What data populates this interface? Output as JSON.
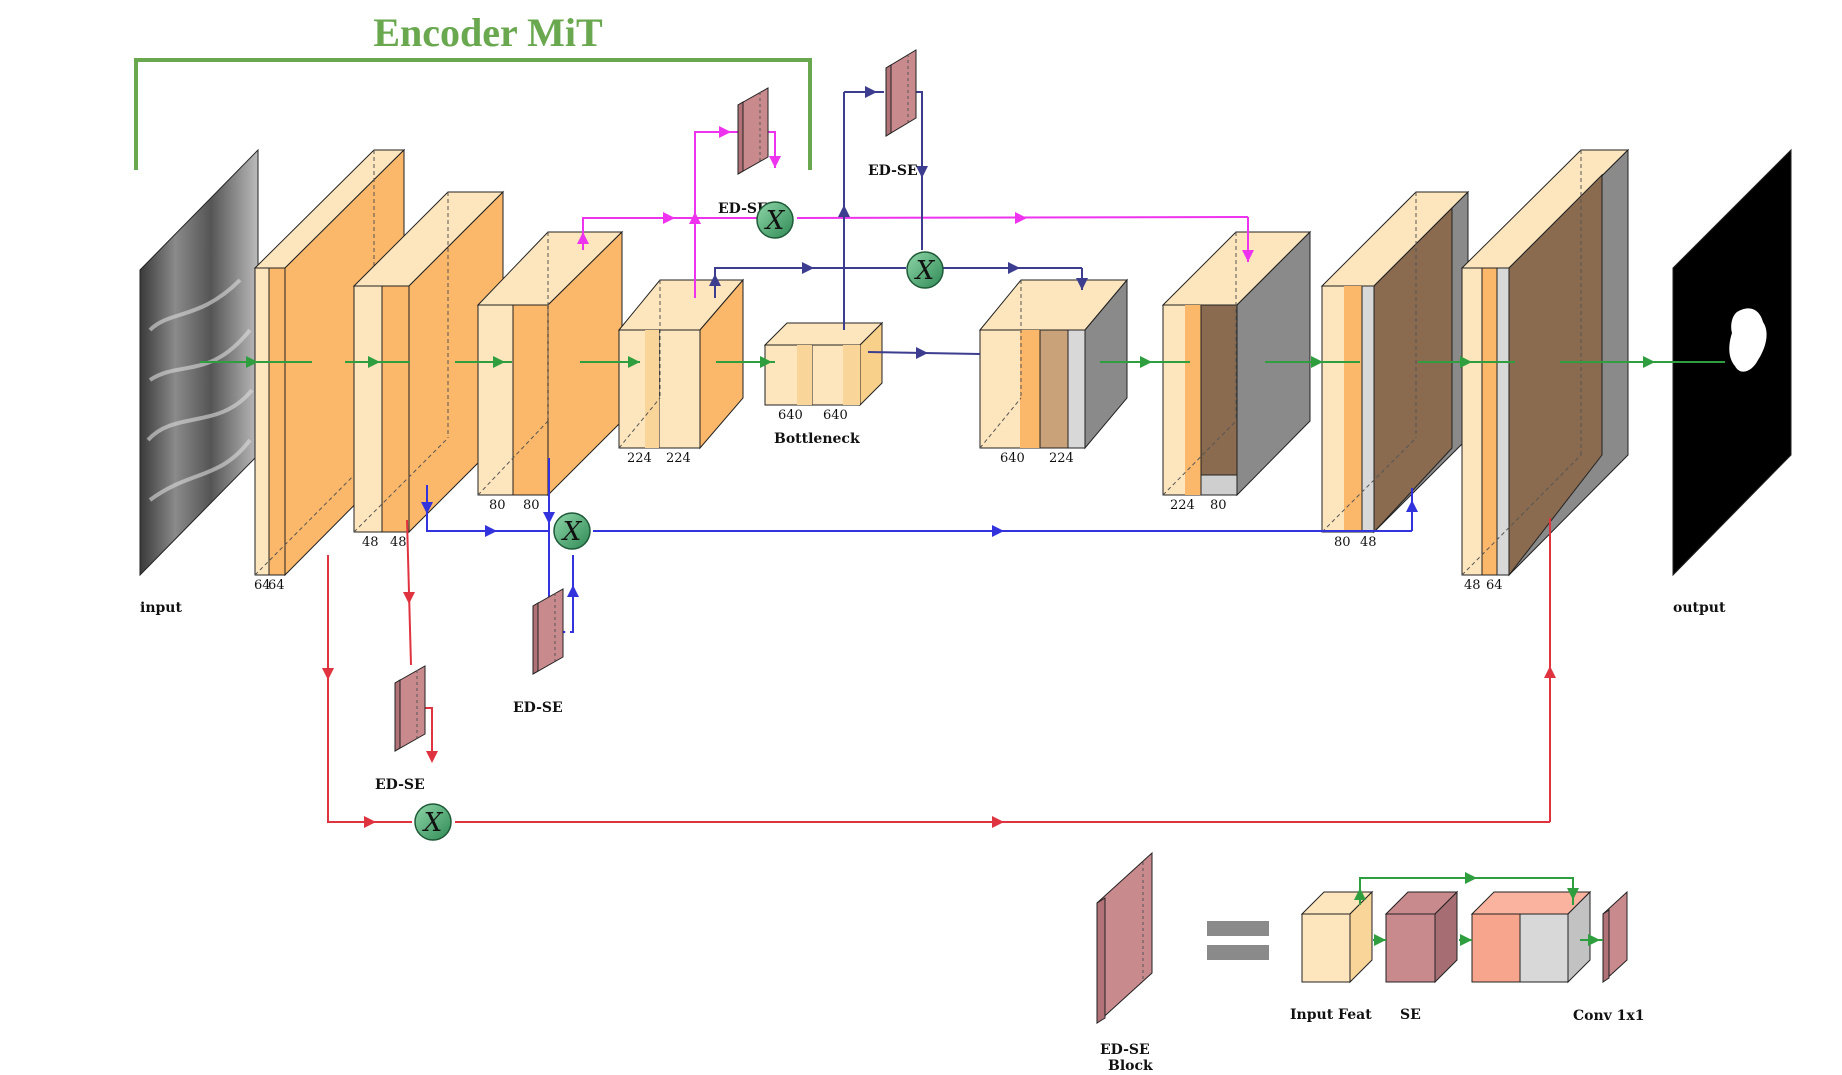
{
  "title": "Encoder MiT",
  "io": {
    "input": "input",
    "output": "output"
  },
  "bottleneck": "Bottleneck",
  "edse": "ED-SE",
  "mult": "X",
  "dims": {
    "enc1": [
      "64",
      "64"
    ],
    "enc2": [
      "48",
      "48"
    ],
    "enc3": [
      "80",
      "80"
    ],
    "enc4": [
      "224",
      "224"
    ],
    "bott": [
      "640",
      "640"
    ],
    "dec4": [
      "640",
      "224"
    ],
    "dec3": [
      "224",
      "80"
    ],
    "dec2": [
      "80",
      "48"
    ],
    "dec1": [
      "48",
      "64"
    ]
  },
  "legend": {
    "block": [
      "ED-SE",
      "Block"
    ],
    "input_feat": "Input Feat",
    "se": "SE",
    "conv": "Conv 1x1"
  },
  "colors": {
    "title_green": "#6aa84f",
    "main_flow": "#2e9e3e",
    "magenta_skip": "#ee33ee",
    "navy_skip": "#3d3d8f",
    "blue_skip": "#3333dd",
    "red_skip": "#e03340",
    "feature_orange": "#fbb86a",
    "feature_light": "#fde6bd",
    "se_block": "#c98a8e",
    "gray_upsample": "#8a8a8a",
    "mult_node": "#3f9e6a"
  }
}
